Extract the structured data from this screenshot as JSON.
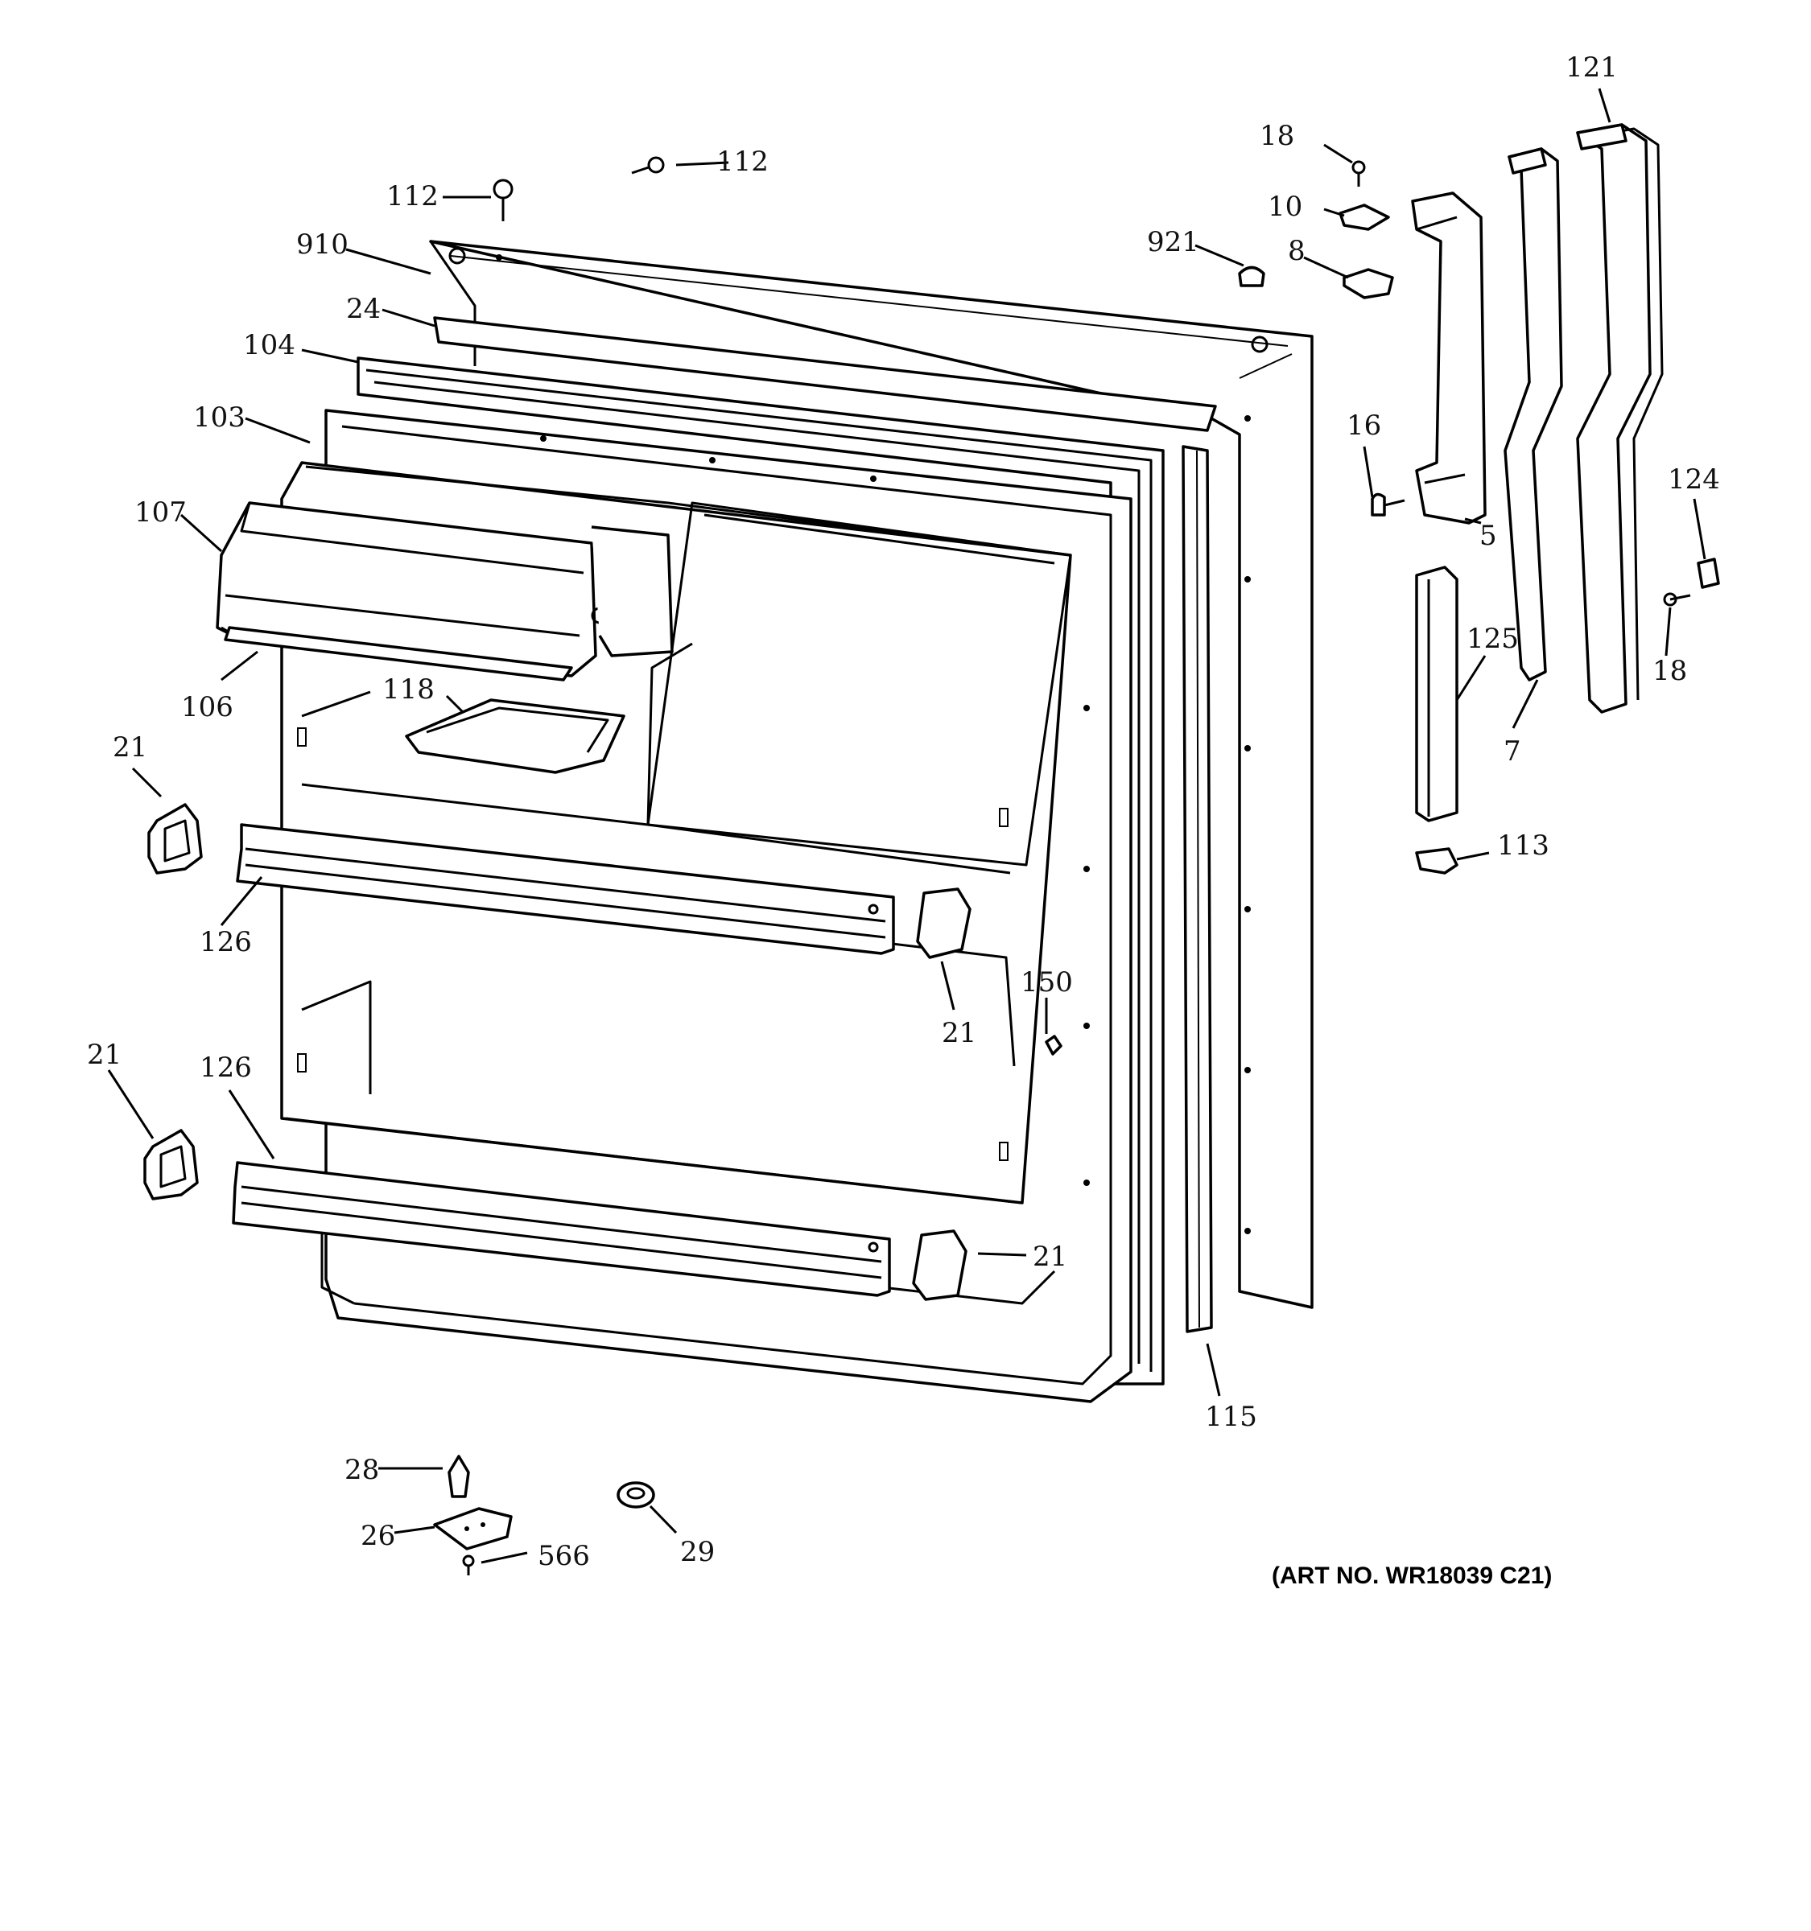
{
  "art_number": "(ART NO. WR18039 C21)",
  "labels": {
    "l_121": "121",
    "l_18a": "18",
    "l_112a": "112",
    "l_112b": "112",
    "l_10": "10",
    "l_921": "921",
    "l_8": "8",
    "l_910": "910",
    "l_24": "24",
    "l_104": "104",
    "l_103": "103",
    "l_16": "16",
    "l_124": "124",
    "l_107": "107",
    "l_5": "5",
    "l_125": "125",
    "l_18b": "18",
    "l_106": "106",
    "l_118": "118",
    "l_7": "7",
    "l_21a": "21",
    "l_113": "113",
    "l_126a": "126",
    "l_150": "150",
    "l_21b": "21",
    "l_21c": "21",
    "l_126b": "126",
    "l_21d": "21",
    "l_115": "115",
    "l_28": "28",
    "l_26": "26",
    "l_566": "566",
    "l_29": "29"
  }
}
